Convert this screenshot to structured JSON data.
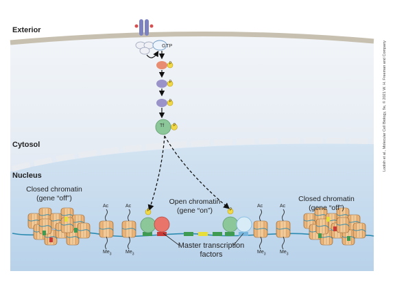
{
  "regions": {
    "exterior": "Exterior",
    "cytosol": "Cytosol",
    "nucleus": "Nucleus"
  },
  "signaling": {
    "gtp": "GTP",
    "tf": "Tf",
    "phospho": "P"
  },
  "chromatin": {
    "closed_left": [
      "Closed chromatin",
      "(gene “off”)"
    ],
    "open": [
      "Open chromatin",
      "(gene “on”)"
    ],
    "closed_right": [
      "Closed chromatin",
      "(gene “off”)"
    ],
    "ac": "Ac",
    "me": "Me",
    "me_sub": "3"
  },
  "master_tf": [
    "Master transcription",
    "factors"
  ],
  "credit": "Lodish et al., Molecular Cell Biology, 9e, © 2021 W. H. Freeman and Company",
  "colors": {
    "membrane": "#c9c2b3",
    "cytosol_bg": "#e7edf5",
    "nucleus_bg": "#c9dcef",
    "nucleosome": "#f2c48f",
    "tf_green": "#8cc79a",
    "tf_red": "#e8746a",
    "tf_blue": "#bfdff0",
    "phospho": "#f0d84a",
    "dna": "#2a8ab0"
  }
}
